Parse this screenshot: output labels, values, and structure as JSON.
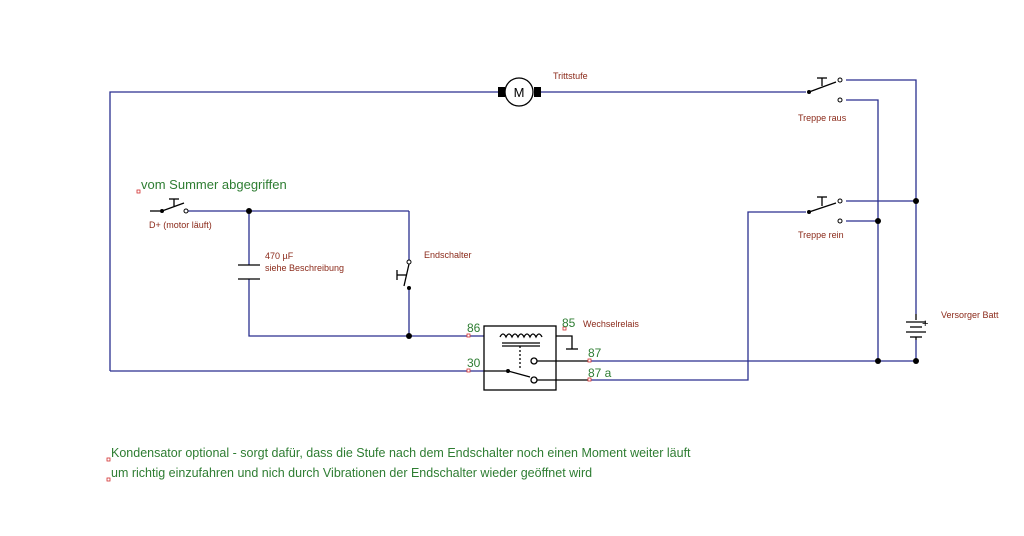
{
  "labels": {
    "motor_symbol": "M",
    "motor_name": "Trittstufe",
    "switch_out": "Treppe raus",
    "switch_in": "Treppe rein",
    "battery": "Versorger Batt",
    "battery_plus": "+",
    "source_note": "vom Summer abgegriffen",
    "dplus_switch": "D+ (motor läuft)",
    "capacitor_value": "470 µF",
    "capacitor_desc": "siehe Beschreibung",
    "endswitch": "Endschalter",
    "relay_name": "Wechselrelais",
    "pin_86": "86",
    "pin_85": "85",
    "pin_87": "87",
    "pin_30": "30",
    "pin_87a": "87 a"
  },
  "notes": {
    "line1": "Kondensator optional - sorgt dafür, dass die Stufe nach dem Endschalter noch einen Moment weiter läuft",
    "line2": "um richtig einzufahren und nich durch Vibrationen der Endschalter wieder geöffnet wird"
  },
  "colors": {
    "wire": "#2a2f8f",
    "component": "#000000",
    "label_red": "#8b2a1a",
    "label_green": "#2e7d32",
    "pin_marker": "#d32f2f"
  }
}
